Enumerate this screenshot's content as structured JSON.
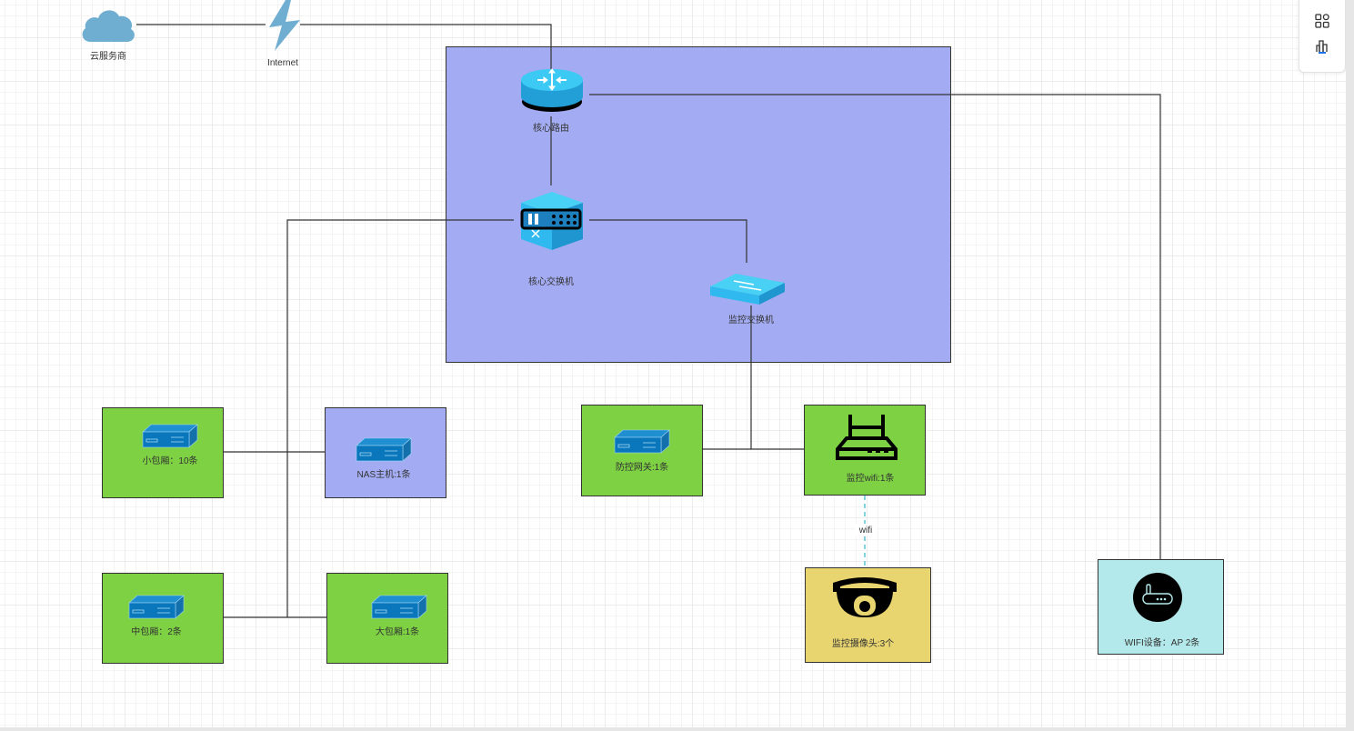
{
  "diagram": {
    "cloud": {
      "label": "云服务商",
      "icon": "cloud-icon",
      "color": "#6faed1"
    },
    "internet": {
      "label": "Internet",
      "icon": "lightning-icon",
      "color": "#6faed1"
    },
    "core_zone": {
      "color": "#a3acf2"
    },
    "core_router": {
      "label": "核心路由",
      "icon": "router-icon"
    },
    "core_switch": {
      "label": "核心交换机",
      "icon": "core-switch-icon"
    },
    "monitor_switch": {
      "label": "监控交换机",
      "icon": "switch-icon"
    },
    "nodes": {
      "small_room": {
        "label": "小包厢：10条",
        "icon": "server-icon",
        "color": "#7dd143"
      },
      "nas": {
        "label": "NAS主机:1条",
        "icon": "server-icon",
        "color": "#a3acf2"
      },
      "mid_room": {
        "label": "中包厢：2条",
        "icon": "server-icon",
        "color": "#7dd143"
      },
      "large_room": {
        "label": "大包厢:1条",
        "icon": "server-icon",
        "color": "#7dd143"
      },
      "firewall_gateway": {
        "label": "防控网关:1条",
        "icon": "server-icon",
        "color": "#7dd143"
      },
      "monitor_wifi": {
        "label": "监控wifi:1条",
        "icon": "wifi-router-icon",
        "color": "#7dd143"
      },
      "camera": {
        "label": "监控摄像头:3个",
        "icon": "dome-camera-icon",
        "color": "#e8d56f"
      },
      "wifi_ap": {
        "label": "WIFI设备：AP 2条",
        "icon": "access-point-icon",
        "color": "#b3e9ea"
      }
    },
    "edges": {
      "wifi_link_label": "wifi",
      "wifi_link_color": "#5bc6cf",
      "line_color": "#333333"
    }
  },
  "toolbar": {
    "buttons": [
      {
        "name": "grid-view",
        "icon": "grid-icon"
      },
      {
        "name": "chart-view",
        "icon": "chart-icon"
      }
    ]
  }
}
